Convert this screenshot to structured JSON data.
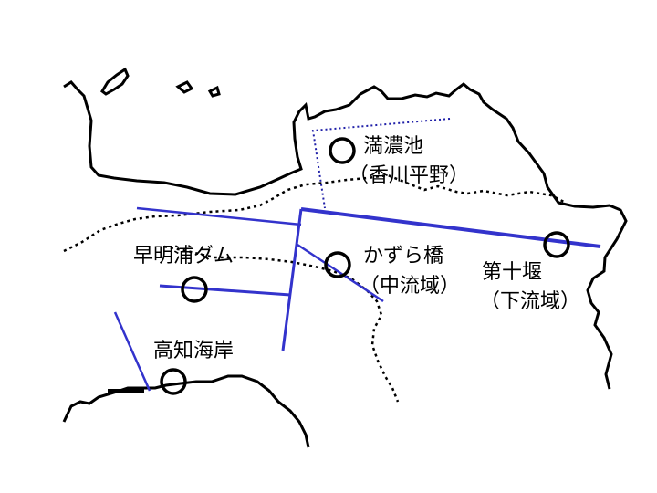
{
  "colors": {
    "background": "#ffffff",
    "coastline": "#000000",
    "boundary": "#000000",
    "river": "#3333cc",
    "canal": "#1f1fa8",
    "marker": "#000000"
  },
  "labels": {
    "mannou_name": "満濃池",
    "mannou_sub": "（香川平野）",
    "sameura_name": "早明浦ダム",
    "kazura_name": "かずら橋",
    "kazura_sub": "（中流域）",
    "daiju_name": "第十堰",
    "daiju_sub": "（下流域）",
    "kochi_name": "高知海岸"
  }
}
